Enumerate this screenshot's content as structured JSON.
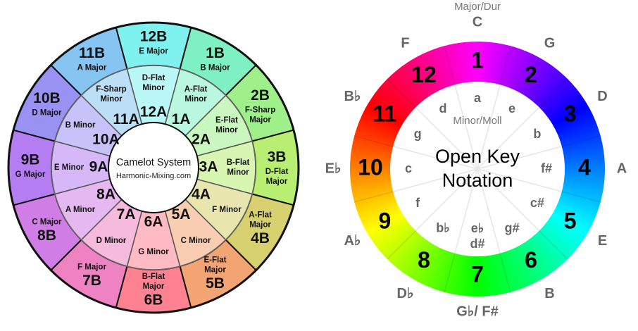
{
  "camelot": {
    "title": "Camelot System",
    "subtitle": "Harmonic-Mixing.com",
    "outer": [
      {
        "code": "12B",
        "key": "E Major",
        "color": "#7ff2f0"
      },
      {
        "code": "1B",
        "key": "B Major",
        "color": "#7ff0c4"
      },
      {
        "code": "2B",
        "key": "F-Sharp Major",
        "color": "#9ff08a"
      },
      {
        "code": "3B",
        "key": "D-Flat Major",
        "color": "#b8ee72"
      },
      {
        "code": "4B",
        "key": "A-Flat Major",
        "color": "#d6d06e"
      },
      {
        "code": "5B",
        "key": "E-Flat Major",
        "color": "#f2a472"
      },
      {
        "code": "6B",
        "key": "B-Flat Major",
        "color": "#ff8292"
      },
      {
        "code": "7B",
        "key": "F Major",
        "color": "#ee82c2"
      },
      {
        "code": "8B",
        "key": "C Major",
        "color": "#d07ee6"
      },
      {
        "code": "9B",
        "key": "G Major",
        "color": "#b47ef2"
      },
      {
        "code": "10B",
        "key": "D Major",
        "color": "#9a92f2"
      },
      {
        "code": "11B",
        "key": "A Major",
        "color": "#86c4f2"
      }
    ],
    "inner": [
      {
        "code": "12A",
        "key": "D-Flat Minor"
      },
      {
        "code": "1A",
        "key": "A-Flat Minor"
      },
      {
        "code": "2A",
        "key": "E-Flat Minor"
      },
      {
        "code": "3A",
        "key": "B-Flat Minor"
      },
      {
        "code": "4A",
        "key": "F Minor"
      },
      {
        "code": "5A",
        "key": "C Minor"
      },
      {
        "code": "6A",
        "key": "G Minor"
      },
      {
        "code": "7A",
        "key": "D Minor"
      },
      {
        "code": "8A",
        "key": "A Minor"
      },
      {
        "code": "9A",
        "key": "E Minor"
      },
      {
        "code": "10A",
        "key": "B Minor"
      },
      {
        "code": "11A",
        "key": "F-Sharp Minor"
      }
    ]
  },
  "openkey": {
    "title_line1": "Open Key",
    "title_line2": "Notation",
    "major_label": "Major/Dur",
    "minor_label": "Minor/Moll",
    "keys": [
      {
        "num": "1",
        "major": "C",
        "minor": "a"
      },
      {
        "num": "2",
        "major": "G",
        "minor": "e"
      },
      {
        "num": "3",
        "major": "D",
        "minor": "b"
      },
      {
        "num": "4",
        "major": "A",
        "minor": "f#"
      },
      {
        "num": "5",
        "major": "E",
        "minor": "c#"
      },
      {
        "num": "6",
        "major": "B",
        "minor": "g#"
      },
      {
        "num": "7",
        "major": "G♭/ F#",
        "minor": "e♭ d#"
      },
      {
        "num": "8",
        "major": "D♭",
        "minor": "b♭"
      },
      {
        "num": "9",
        "major": "A♭",
        "minor": "f"
      },
      {
        "num": "10",
        "major": "E♭",
        "minor": "c"
      },
      {
        "num": "11",
        "major": "B♭",
        "minor": "g"
      },
      {
        "num": "12",
        "major": "F",
        "minor": "d"
      }
    ]
  }
}
